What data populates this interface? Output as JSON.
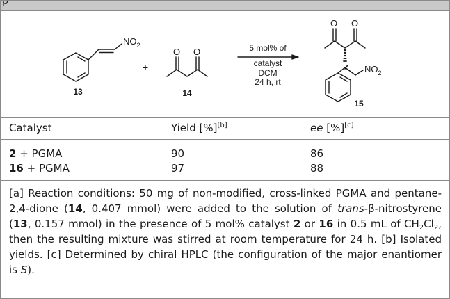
{
  "header_partial": "p",
  "scheme": {
    "reactant1_no2": "NO",
    "reactant1_no2_sub": "2",
    "plus": "+",
    "o_left": "O",
    "o_right": "O",
    "conditions_line1": "5 mol% of",
    "conditions_line2": "catalyst",
    "conditions_line3": "DCM",
    "conditions_line4": "24 h, rt",
    "product_o_left": "O",
    "product_o_right": "O",
    "product_no2": "NO",
    "product_no2_sub": "2",
    "label_13": "13",
    "label_14": "14",
    "label_15": "15"
  },
  "table": {
    "header": {
      "catalyst": "Catalyst",
      "yield": "Yield [%]",
      "yield_note": "[b]",
      "ee": "ee",
      "ee_unit": " [%]",
      "ee_note": "[c]"
    },
    "rows": [
      {
        "cat_num": "2",
        "cat_rest": " + PGMA",
        "yield": "90",
        "ee": "86"
      },
      {
        "cat_num": "16",
        "cat_rest": " + PGMA",
        "yield": "97",
        "ee": "88"
      }
    ]
  },
  "footnote": {
    "p1": "[a] Reaction conditions: 50 mg of non-modified, cross-linked PGMA and pentane-2,4-dione (",
    "b1": "14",
    "p2": ", 0.407 mmol) were added to the solution of ",
    "i1": "trans",
    "p3": "-β-nitrostyrene (",
    "b2": "13",
    "p4": ", 0.157 mmol) in the presence of 5 mol% catalyst ",
    "b3": "2",
    "p5": " or ",
    "b4": "16",
    "p6": " in 0.5 mL of CH",
    "s1": "2",
    "p7": "Cl",
    "s2": "2",
    "p8": ", then the resulting mixture was stirred at room temperature for 24 h. [b] Isolated yields. [c] Determined by chiral HPLC (the configuration of the major enantiomer is ",
    "i2": "S",
    "p9": ")."
  }
}
